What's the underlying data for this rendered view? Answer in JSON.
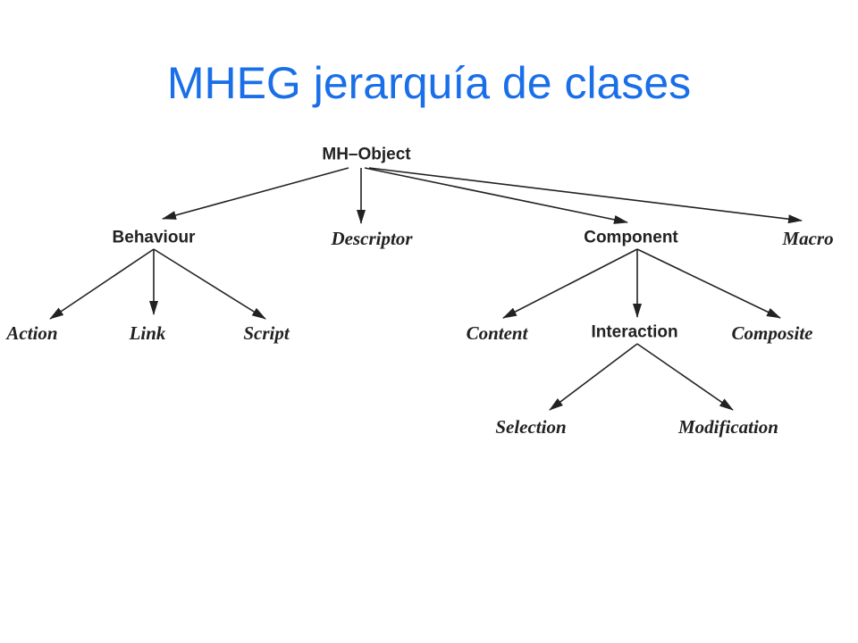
{
  "title": "MHEG jerarquía de clases",
  "colors": {
    "title": "#1a6fe8",
    "ink": "#222222",
    "background": "#ffffff"
  },
  "nodes": [
    {
      "id": "mh-object",
      "label": "MH–Object",
      "style": "bold"
    },
    {
      "id": "behaviour",
      "label": "Behaviour",
      "style": "bold"
    },
    {
      "id": "descriptor",
      "label": "Descriptor",
      "style": "italic"
    },
    {
      "id": "component",
      "label": "Component",
      "style": "bold"
    },
    {
      "id": "macro",
      "label": "Macro",
      "style": "italic"
    },
    {
      "id": "action",
      "label": "Action",
      "style": "italic"
    },
    {
      "id": "link",
      "label": "Link",
      "style": "italic"
    },
    {
      "id": "script",
      "label": "Script",
      "style": "italic"
    },
    {
      "id": "content",
      "label": "Content",
      "style": "italic"
    },
    {
      "id": "interaction",
      "label": "Interaction",
      "style": "bold"
    },
    {
      "id": "composite",
      "label": "Composite",
      "style": "italic"
    },
    {
      "id": "selection",
      "label": "Selection",
      "style": "italic"
    },
    {
      "id": "modification",
      "label": "Modification",
      "style": "italic"
    }
  ],
  "edges": [
    {
      "from": "mh-object",
      "to": "behaviour"
    },
    {
      "from": "mh-object",
      "to": "descriptor"
    },
    {
      "from": "mh-object",
      "to": "component"
    },
    {
      "from": "mh-object",
      "to": "macro"
    },
    {
      "from": "behaviour",
      "to": "action"
    },
    {
      "from": "behaviour",
      "to": "link"
    },
    {
      "from": "behaviour",
      "to": "script"
    },
    {
      "from": "component",
      "to": "content"
    },
    {
      "from": "component",
      "to": "interaction"
    },
    {
      "from": "component",
      "to": "composite"
    },
    {
      "from": "interaction",
      "to": "selection"
    },
    {
      "from": "interaction",
      "to": "modification"
    }
  ]
}
